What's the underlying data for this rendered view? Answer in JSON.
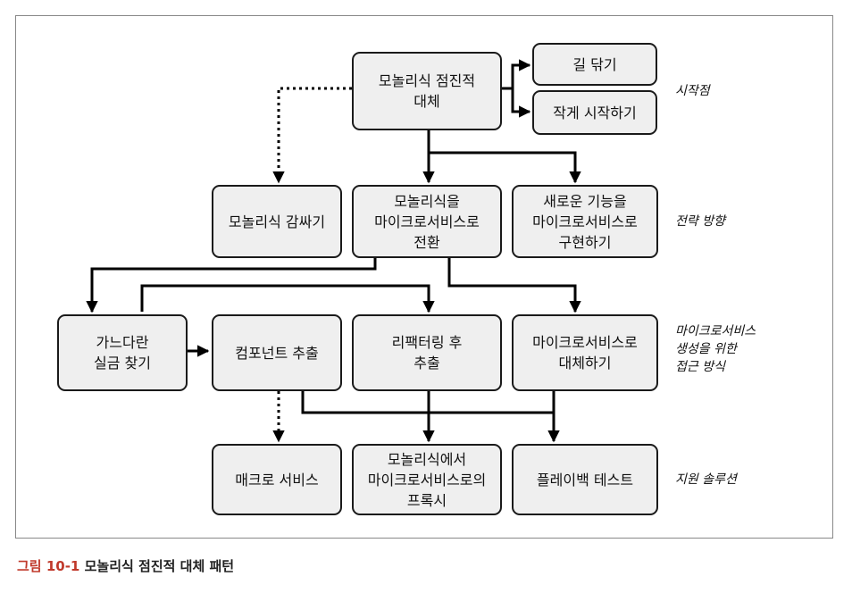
{
  "boxes": {
    "replace": "모놀리식 점진적\n대체",
    "pave": "길 닦기",
    "small": "작게 시작하기",
    "wrap": "모놀리식 감싸기",
    "transform": "모놀리식을\n마이크로서비스로\n전환",
    "newfeat": "새로운 기능을\n마이크로서비스로\n구현하기",
    "seams": "가느다란\n실금 찾기",
    "component": "컴포넌트 추출",
    "refactor": "리팩터링 후\n추출",
    "replacemicro": "마이크로서비스로\n대체하기",
    "macro": "매크로 서비스",
    "proxy": "모놀리식에서\n마이크로서비스로의\n프록시",
    "playback": "플레이백 테스트"
  },
  "side_labels": {
    "start": "시작점",
    "strategy": "전략 방향",
    "approach": "마이크로서비스\n생성을 위한\n접근 방식",
    "support": "지원 솔루션"
  },
  "caption": {
    "number": "그림 10-1",
    "title": "모놀리식 점진적 대체 패턴"
  }
}
